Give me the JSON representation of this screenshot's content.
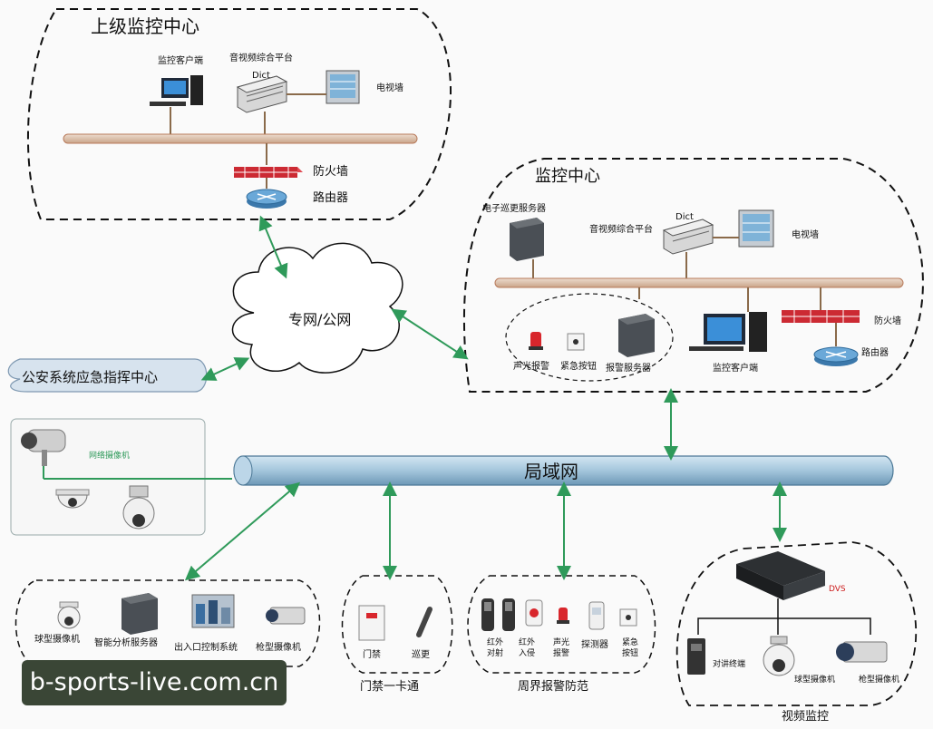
{
  "zones": {
    "upper_center": {
      "title": "上级监控中心",
      "monitor_client": "监控客户端",
      "av_platform": "音视频综合平台",
      "device_brand": "Dict",
      "tv_wall": "电视墙",
      "firewall": "防火墙",
      "router": "路由器"
    },
    "local_center": {
      "title": "监控中心",
      "patrol_server": "电子巡更服务器",
      "av_platform": "音视频综合平台",
      "device_brand": "Dict",
      "tv_wall": "电视墙",
      "sound_light_alarm": "声光报警",
      "emergency_button": "紧急按钮",
      "alarm_server": "报警服务器",
      "monitor_client": "监控客户端",
      "firewall": "防火墙",
      "router": "路由器"
    },
    "cloud": {
      "label": "专网/公网"
    },
    "police": {
      "label": "公安系统应急指挥中心"
    },
    "network_cameras": {
      "label": "网络摄像机"
    },
    "lan": {
      "label": "局域网"
    },
    "smart_group": {
      "dome_camera": "球型摄像机",
      "analysis_server": "智能分析服务器",
      "access_system": "出入口控制系统",
      "bullet_camera": "枪型摄像机"
    },
    "access_card": {
      "title": "门禁一卡通",
      "door_access": "门禁",
      "patrol": "巡更"
    },
    "perimeter": {
      "title": "周界报警防范",
      "ir_beam": [
        "红外",
        "对射"
      ],
      "ir_intrusion": [
        "红外",
        "入侵"
      ],
      "sound_light": [
        "声光",
        "报警"
      ],
      "detector": "探测器",
      "emergency": [
        "紧急",
        "按钮"
      ]
    },
    "video": {
      "title": "视频监控",
      "dvs": "DVS",
      "intercom": "对讲终端",
      "dome_camera": "球型摄像机",
      "bullet_camera": "枪型摄像机"
    }
  },
  "watermark": "b-sports-live.com.cn",
  "colors": {
    "bus_fill": "#dcc9b8",
    "bus_stroke": "#b87a5a",
    "lan_fill": "#a9c8dd",
    "connector": "#2f9a5a",
    "firewall": "#cc2a33",
    "router": "#4f8fc0",
    "dvs_label": "#cc1a1a"
  }
}
